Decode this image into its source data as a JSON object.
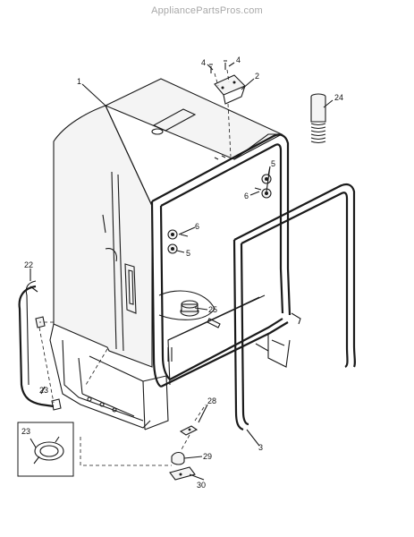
{
  "watermark": "AppliancePartsPros.com",
  "callouts": {
    "c1": "1",
    "c2": "2",
    "c3": "3",
    "c4a": "4",
    "c4b": "4",
    "c5a": "5",
    "c5b": "5",
    "c6a": "6",
    "c6b": "6",
    "c22": "22",
    "c23a": "23",
    "c23b": "23",
    "c24": "24",
    "c25": "25",
    "c28": "28",
    "c29": "29",
    "c30": "30"
  }
}
